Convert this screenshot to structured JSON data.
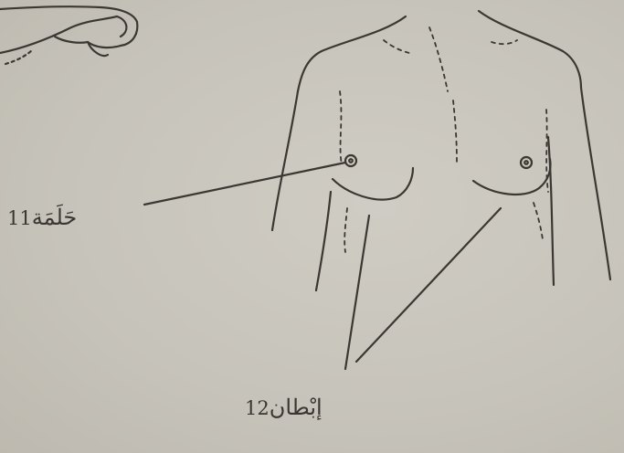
{
  "labels": [
    {
      "number": "11",
      "term": "حَلَمَة"
    },
    {
      "number": "12",
      "term": "إبْطان"
    }
  ],
  "colors": {
    "paper": "#c8c5bd",
    "ink": "#3a3733"
  },
  "illustration": {
    "icon": "torso-line-drawing-icon",
    "hand_icon": "hand-line-drawing-icon"
  }
}
